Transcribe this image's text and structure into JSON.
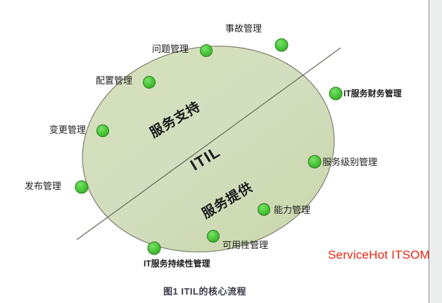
{
  "figure": {
    "caption": "图1 ITIL的核心流程",
    "caption_color": "#3a3a4a",
    "ellipse_fill": "#d3dfb4",
    "ellipse_stroke": "#7a7a6e",
    "node_fill": "#4ac73a",
    "node_stroke": "#2f7a22",
    "divider_stroke": "#6e6e62"
  },
  "inner_labels": {
    "service_support": "服务支持",
    "itil": "ITIL",
    "service_delivery": "服务提供"
  },
  "nodes": [
    {
      "id": "incident-management",
      "label": "事故管理",
      "bold": false
    },
    {
      "id": "problem-management",
      "label": "问题管理",
      "bold": false
    },
    {
      "id": "configuration-management",
      "label": "配置管理",
      "bold": false
    },
    {
      "id": "change-management",
      "label": "变更管理",
      "bold": false
    },
    {
      "id": "release-management",
      "label": "发布管理",
      "bold": false
    },
    {
      "id": "it-service-financial-management",
      "label": "IT服务财务管理",
      "bold": true
    },
    {
      "id": "service-level-management",
      "label": "服务级别管理",
      "bold": false
    },
    {
      "id": "capacity-management",
      "label": "能力管理",
      "bold": false
    },
    {
      "id": "availability-management",
      "label": "可用性管理",
      "bold": false
    },
    {
      "id": "it-service-continuity-management",
      "label": "IT服务持续性管理",
      "bold": true
    }
  ],
  "watermark": {
    "text": "ServiceHot ITSOM",
    "color": "#ee2211"
  }
}
